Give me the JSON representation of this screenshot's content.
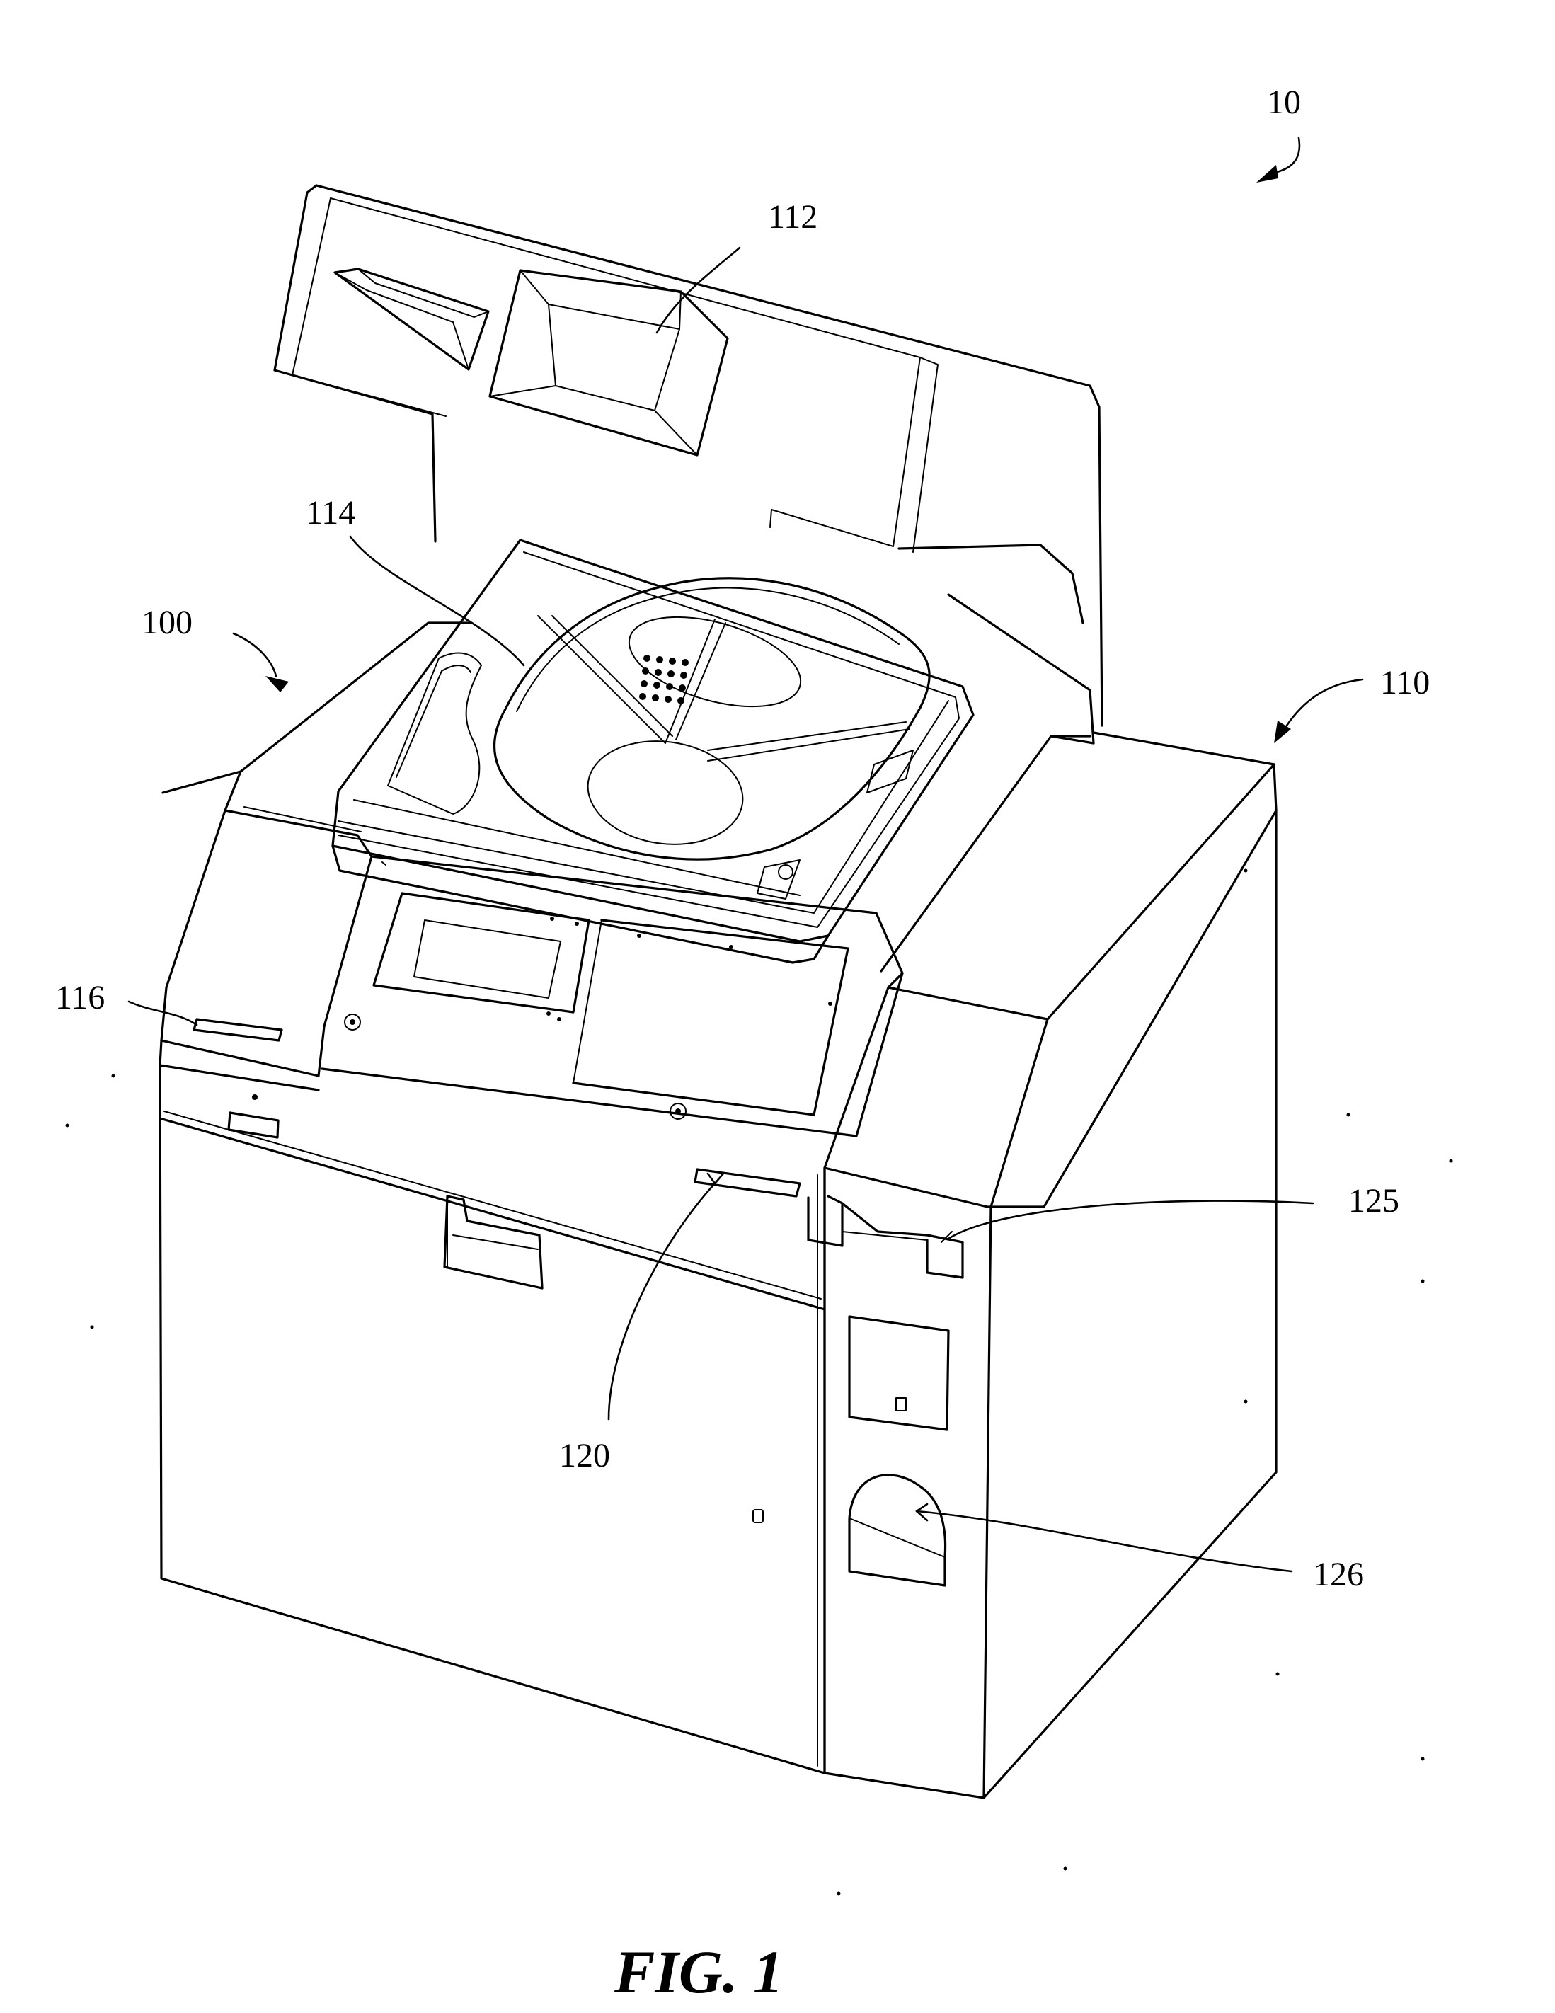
{
  "figure": {
    "caption": "FIG. 1",
    "references": [
      {
        "id": "ref-10",
        "label": "10"
      },
      {
        "id": "ref-112",
        "label": "112"
      },
      {
        "id": "ref-114",
        "label": "114"
      },
      {
        "id": "ref-100",
        "label": "100"
      },
      {
        "id": "ref-110",
        "label": "110"
      },
      {
        "id": "ref-116",
        "label": "116"
      },
      {
        "id": "ref-125",
        "label": "125"
      },
      {
        "id": "ref-120",
        "label": "120"
      },
      {
        "id": "ref-126",
        "label": "126"
      }
    ]
  }
}
